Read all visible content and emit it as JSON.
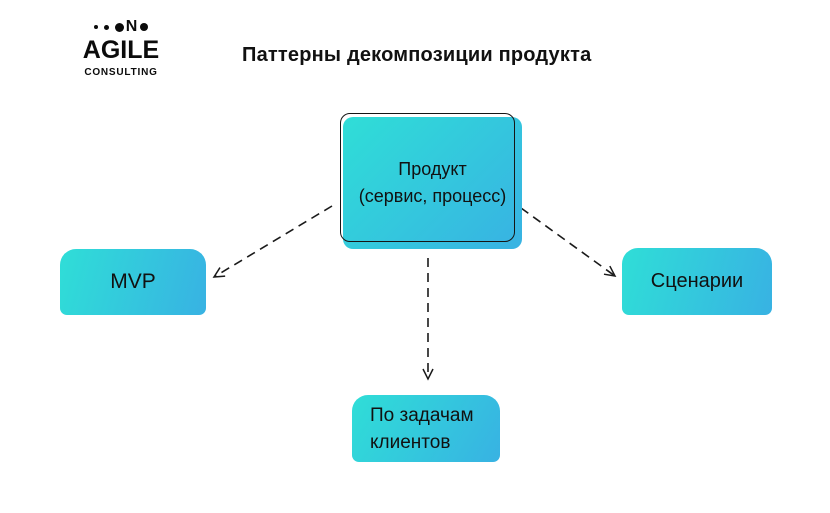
{
  "title": "Паттерны декомпозиции продукта",
  "logo": {
    "mark": "N",
    "name": "AGILE",
    "subtitle": "CONSULTING"
  },
  "diagram": {
    "center_node": {
      "lines": [
        "Продукт",
        "(сервис, процесс)"
      ]
    },
    "nodes": [
      {
        "id": "mvp",
        "label": "MVP"
      },
      {
        "id": "scenarios",
        "label": "Сценарии"
      },
      {
        "id": "client-tasks",
        "lines": [
          "По задачам",
          "клиентов"
        ]
      }
    ],
    "arrows": [
      {
        "from": "center",
        "to": "mvp",
        "style": "dashed"
      },
      {
        "from": "center",
        "to": "scenarios",
        "style": "dashed"
      },
      {
        "from": "center",
        "to": "client-tasks",
        "style": "dashed"
      }
    ],
    "colors": {
      "node_gradient_start": "#2FDED7",
      "node_gradient_end": "#38B2E3",
      "outline": "#151515",
      "arrow": "#1a1a1a",
      "text": "#111111",
      "background": "#ffffff"
    }
  }
}
